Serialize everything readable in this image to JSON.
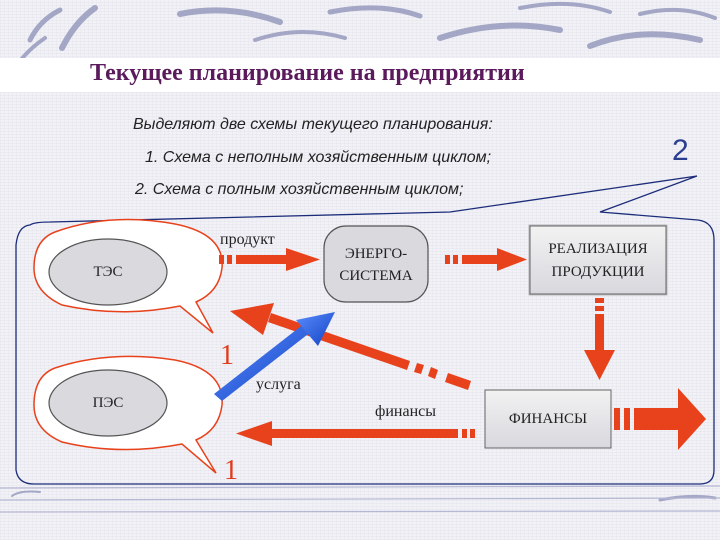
{
  "slide": {
    "title": "Текущее планирование на предприятии",
    "intro_line": "Выделяют две схемы текущего планирования:",
    "scheme_1": "1. Схема с неполным хозяйственным циклом;",
    "scheme_2": "2. Схема с полным хозяйственным циклом;",
    "slide_number": "2"
  },
  "diagram": {
    "nodes": {
      "tes": "ТЭС",
      "pes": "ПЭС",
      "energy_system_line1": "ЭНЕРГО-",
      "energy_system_line2": "СИСТЕМА",
      "realization_line1": "РЕАЛИЗАЦИЯ",
      "realization_line2": "ПРОДУКЦИИ",
      "finance": "ФИНАНСЫ"
    },
    "labels": {
      "product": "продукт",
      "service": "услуга",
      "finances": "финансы"
    },
    "loop_markers": [
      "1",
      "1"
    ],
    "colors": {
      "arrow_red": "#e8421c",
      "arrow_blue": "#1f5bd8",
      "title": "#5a1a5c",
      "slide_number": "#2a3d8f"
    }
  }
}
